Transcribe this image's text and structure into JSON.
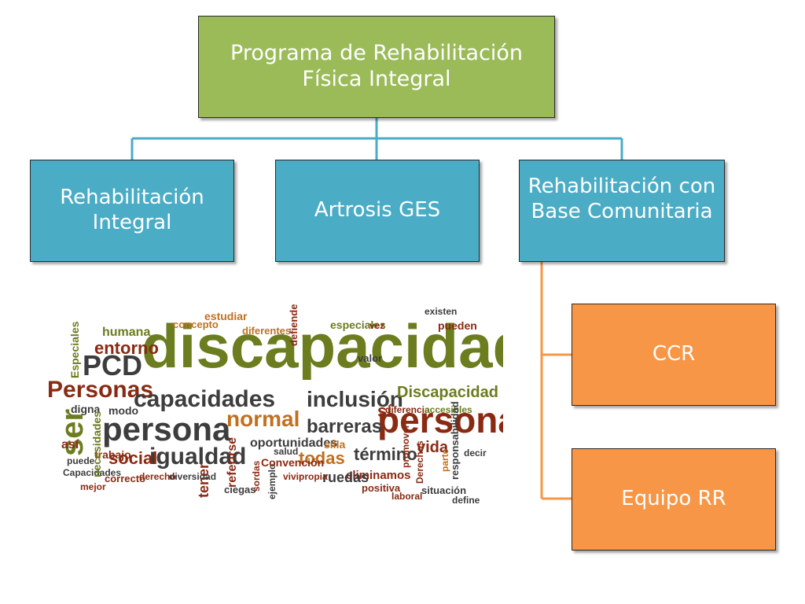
{
  "org_chart": {
    "root": "Programa de Rehabilitación Física Integral",
    "children": [
      "Rehabilitación Integral",
      "Artrosis GES",
      "Rehabilitación con Base Comunitaria"
    ],
    "grandchildren": [
      "CCR",
      "Equipo RR"
    ]
  },
  "word_cloud": {
    "words": [
      "discapacidad",
      "personas",
      "persona",
      "Personas",
      "PCD",
      "capacidades",
      "inclusión",
      "igualdad",
      "normal",
      "barreras",
      "social",
      "entorno",
      "humana",
      "término",
      "vida",
      "oportunidades",
      "todas",
      "Discapacidad",
      "diferencia",
      "accesibles",
      "eliminamos",
      "ruedas",
      "silla",
      "estudiar",
      "concepto",
      "diferentes",
      "especiales",
      "vez",
      "pueden",
      "existen",
      "tener",
      "ser",
      "modo",
      "digna",
      "puede",
      "Capacidades",
      "correcto",
      "mejor",
      "derecho",
      "diversidad",
      "referirse",
      "ciegas",
      "sordas",
      "ejemplo",
      "Convención",
      "vivir",
      "propia",
      "positiva",
      "laboral",
      "situación",
      "define",
      "decir",
      "responsabilidad",
      "Derechos",
      "promover",
      "valor",
      "defiende",
      "trabajo",
      "Especiales",
      "así",
      "necesidades",
      "salud",
      "parte",
      "sí"
    ],
    "colors": [
      "#6b7d1e",
      "#8a2a12",
      "#c0701f",
      "#3d3d3d",
      "#b8870b",
      "#5a6b1a"
    ]
  },
  "colors": {
    "root_fill": "#9bbb59",
    "child_fill": "#4bacc6",
    "grandchild_fill": "#f79646",
    "connector_blue": "#4bacc6",
    "connector_orange": "#f79646"
  }
}
